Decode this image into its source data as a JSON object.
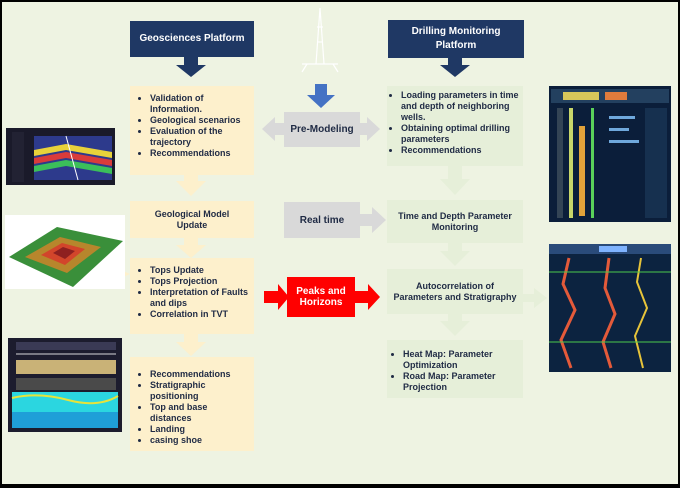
{
  "headers": {
    "geo": "Geosciences Platform",
    "drill_line1": "Drilling Monitoring",
    "drill_line2": "Platform"
  },
  "geo_box1": [
    "Validation of Information.",
    "Geological scenarios",
    "Evaluation of the trajectory",
    "Recommendations"
  ],
  "geo_box2": {
    "line1": "Geological Model",
    "line2": "Update"
  },
  "geo_box3": [
    "Tops Update",
    "Tops Projection",
    "Interpretation of Faults and dips",
    "Correlation in TVT"
  ],
  "geo_box4": [
    "Recommendations",
    "Stratigraphic positioning",
    "Top and base distances",
    "Landing",
    "casing shoe"
  ],
  "middle": {
    "pre_modeling": "Pre-Modeling",
    "real_time": "Real time",
    "peaks_line1": "Peaks and",
    "peaks_line2": "Horizons"
  },
  "drill_box1": [
    "Loading parameters in time and depth of neighboring wells.",
    "Obtaining optimal drilling parameters",
    "Recommendations"
  ],
  "drill_box2": {
    "line1": "Time and Depth Parameter",
    "line2": "Monitoring"
  },
  "drill_box3": {
    "line1": "Autocorrelation of",
    "line2": "Parameters and Stratigraphy"
  },
  "drill_box4": [
    "Heat Map: Parameter Optimization",
    "Road Map: Parameter Projection"
  ],
  "colors": {
    "header": "#1f3864",
    "arrow": "#4472c4",
    "geo_box": "#fdf0cc",
    "drill_box": "#e6efd9",
    "peaks": "#ff0000"
  }
}
